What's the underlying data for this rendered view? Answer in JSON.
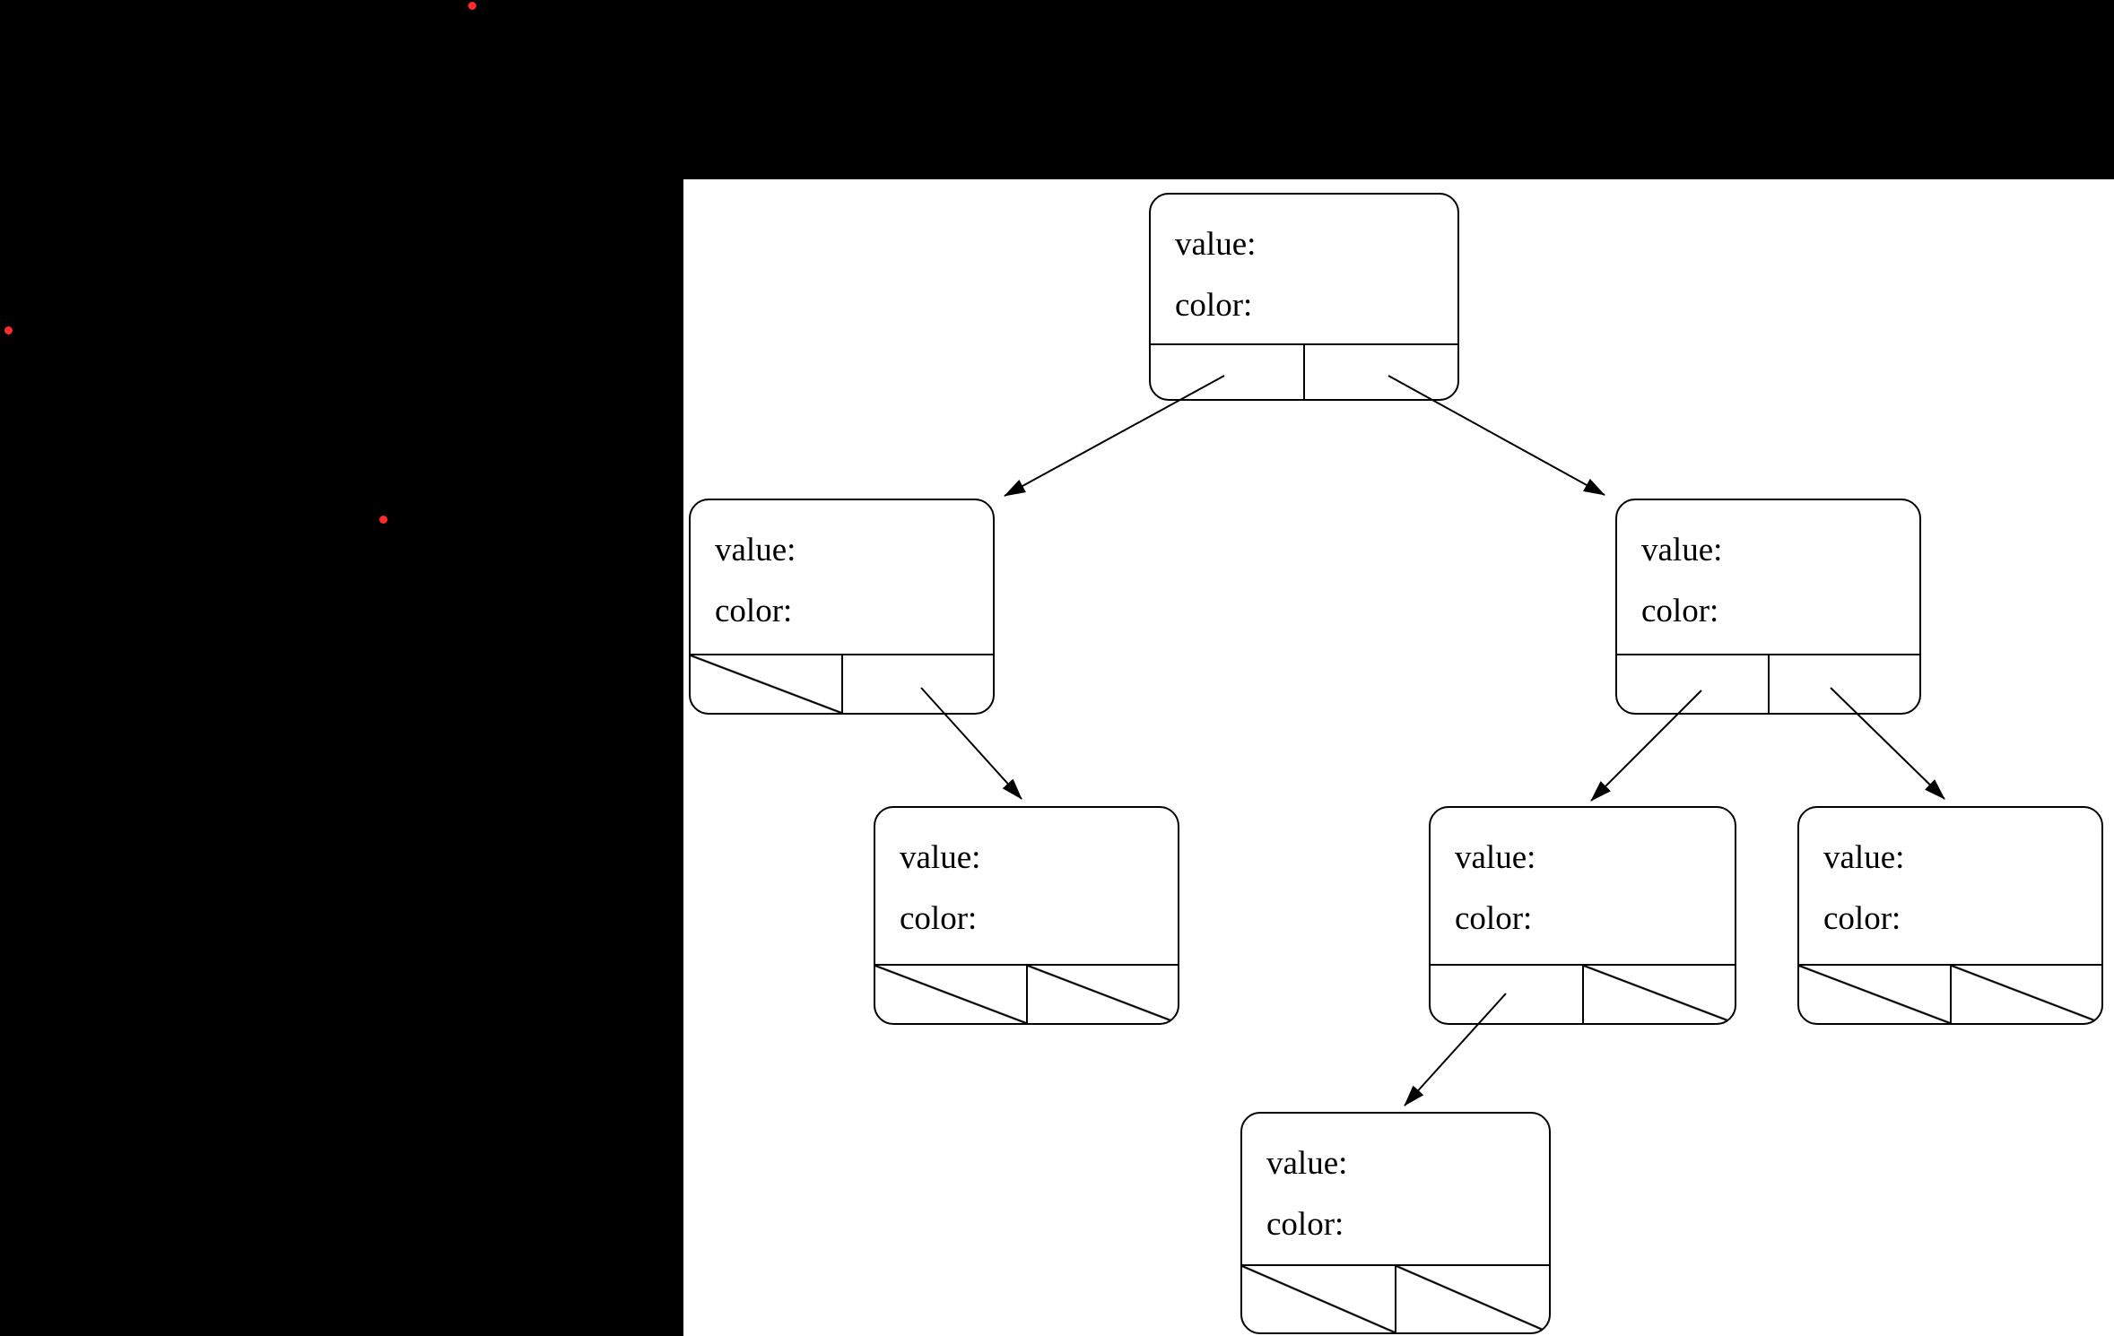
{
  "canvas": {
    "background_color": "#000000",
    "panel_background_color": "#ffffff",
    "line_color": "#000000",
    "marker_dot_color": "#ff2a2a"
  },
  "diagram": {
    "type": "binary-tree-node-diagram",
    "description": "Binary tree of record nodes; each node shows empty 'value:' and 'color:' fields and two child-pointer cells; slashed cells are null pointers",
    "nodes": [
      {
        "id": "n1",
        "value_label": "value:",
        "color_label": "color:",
        "left_child": "n2",
        "right_child": "n3",
        "left_null": false,
        "right_null": false
      },
      {
        "id": "n2",
        "value_label": "value:",
        "color_label": "color:",
        "left_child": null,
        "right_child": "n4",
        "left_null": true,
        "right_null": false
      },
      {
        "id": "n3",
        "value_label": "value:",
        "color_label": "color:",
        "left_child": "n5",
        "right_child": "n6",
        "left_null": false,
        "right_null": false
      },
      {
        "id": "n4",
        "value_label": "value:",
        "color_label": "color:",
        "left_child": null,
        "right_child": null,
        "left_null": true,
        "right_null": true
      },
      {
        "id": "n5",
        "value_label": "value:",
        "color_label": "color:",
        "left_child": "n7",
        "right_child": null,
        "left_null": false,
        "right_null": true
      },
      {
        "id": "n6",
        "value_label": "value:",
        "color_label": "color:",
        "left_child": null,
        "right_child": null,
        "left_null": true,
        "right_null": true
      },
      {
        "id": "n7",
        "value_label": "value:",
        "color_label": "color:",
        "left_child": null,
        "right_child": null,
        "left_null": true,
        "right_null": true
      }
    ],
    "edges": [
      {
        "from": "n1",
        "pointer": "left",
        "to": "n2"
      },
      {
        "from": "n1",
        "pointer": "right",
        "to": "n3"
      },
      {
        "from": "n2",
        "pointer": "right",
        "to": "n4"
      },
      {
        "from": "n3",
        "pointer": "left",
        "to": "n5"
      },
      {
        "from": "n3",
        "pointer": "right",
        "to": "n6"
      },
      {
        "from": "n5",
        "pointer": "left",
        "to": "n7"
      }
    ],
    "marker_dots": 3
  }
}
